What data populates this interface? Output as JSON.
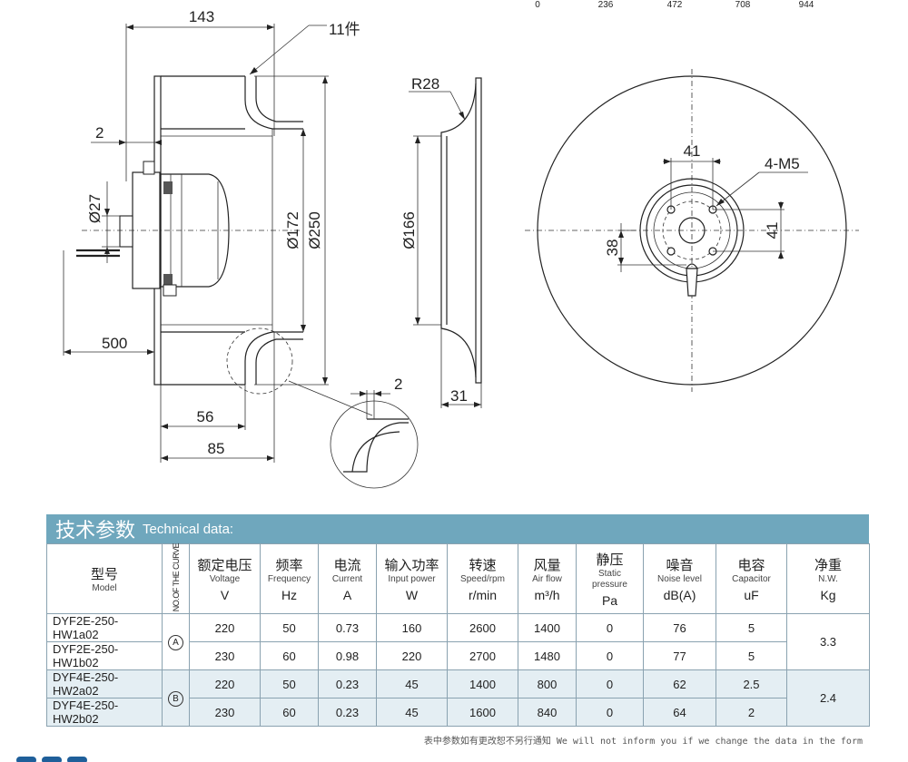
{
  "drawing": {
    "top_axis_labels": [
      "0",
      "236",
      "472",
      "708",
      "944"
    ],
    "side_view": {
      "width_143": "143",
      "blades": "11件",
      "gap_2": "2",
      "dia_27": "Ø27",
      "dia_172": "Ø172",
      "dia_250": "Ø250",
      "cable_500": "500",
      "depth_56": "56",
      "depth_85": "85",
      "detail_2": "2"
    },
    "section_view": {
      "radius": "R28",
      "dia_166": "Ø166",
      "width_31": "31"
    },
    "front_view": {
      "span_41_h": "41",
      "holes": "4-M5",
      "span_41_v": "41",
      "offset_38": "38"
    }
  },
  "tech": {
    "title_cn": "技术参数",
    "title_en": "Technical data:",
    "headers": {
      "model": {
        "cn": "型号",
        "en": "Model"
      },
      "curve": "NO.OF THE CURVE",
      "voltage": {
        "cn": "额定电压",
        "en": "Voltage",
        "unit": "V"
      },
      "frequency": {
        "cn": "频率",
        "en": "Frequency",
        "unit": "Hz"
      },
      "current": {
        "cn": "电流",
        "en": "Current",
        "unit": "A"
      },
      "input_power": {
        "cn": "输入功率",
        "en": "Input power",
        "unit": "W"
      },
      "speed": {
        "cn": "转速",
        "en": "Speed/rpm",
        "unit": "r/min"
      },
      "air_flow": {
        "cn": "风量",
        "en": "Air flow",
        "unit": "m³/h"
      },
      "static_pressure": {
        "cn": "静压",
        "en1": "Static",
        "en2": "pressure",
        "unit": "Pa"
      },
      "noise": {
        "cn": "噪音",
        "en": "Noise level",
        "unit": "dB(A)"
      },
      "capacitor": {
        "cn": "电容",
        "en": "Capacitor",
        "unit": "uF"
      },
      "weight": {
        "cn": "净重",
        "en": "N.W.",
        "unit": "Kg"
      }
    },
    "groups": [
      {
        "curve": "A",
        "weight": "3.3"
      },
      {
        "curve": "B",
        "weight": "2.4"
      }
    ],
    "rows": [
      {
        "model": "DYF2E-250-HW1a02",
        "voltage": "220",
        "frequency": "50",
        "current": "0.73",
        "input_power": "160",
        "speed": "2600",
        "air_flow": "1400",
        "static_pressure": "0",
        "noise": "76",
        "capacitor": "5"
      },
      {
        "model": "DYF2E-250-HW1b02",
        "voltage": "230",
        "frequency": "60",
        "current": "0.98",
        "input_power": "220",
        "speed": "2700",
        "air_flow": "1480",
        "static_pressure": "0",
        "noise": "77",
        "capacitor": "5"
      },
      {
        "model": "DYF4E-250-HW2a02",
        "voltage": "220",
        "frequency": "50",
        "current": "0.23",
        "input_power": "45",
        "speed": "1400",
        "air_flow": "800",
        "static_pressure": "0",
        "noise": "62",
        "capacitor": "2.5"
      },
      {
        "model": "DYF4E-250-HW2b02",
        "voltage": "230",
        "frequency": "60",
        "current": "0.23",
        "input_power": "45",
        "speed": "1600",
        "air_flow": "840",
        "static_pressure": "0",
        "noise": "64",
        "capacitor": "2"
      }
    ],
    "footnote": "表中参数如有更改恕不另行通知 We will not inform you if we change the data in the form"
  }
}
